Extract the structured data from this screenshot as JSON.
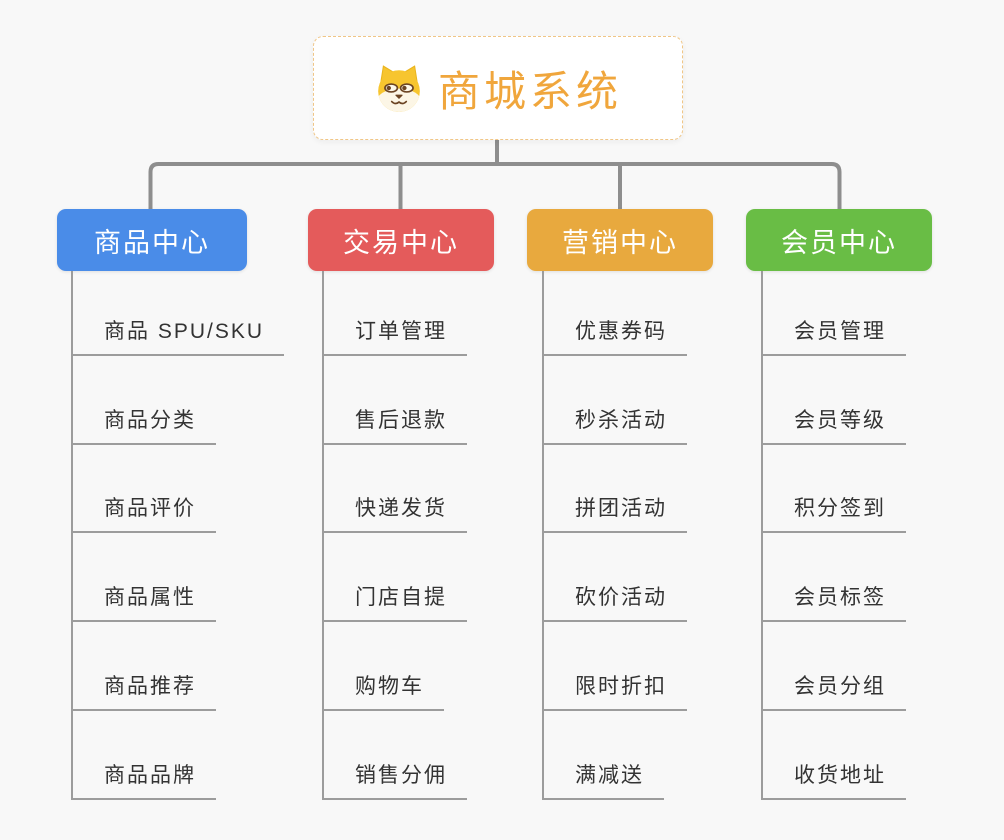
{
  "canvas": {
    "background": "#f8f8f8",
    "connector_color": "#8e8e8e",
    "underline_color": "#9c9c9c",
    "item_text_color": "#333333"
  },
  "root": {
    "title": "商城系统",
    "icon": "shiba-dog-face-icon",
    "title_color": "#f0a63c",
    "border_color": "#f0c687"
  },
  "branches": [
    {
      "label": "商品中心",
      "color": "#4a8ce8",
      "items": [
        "商品 SPU/SKU",
        "商品分类",
        "商品评价",
        "商品属性",
        "商品推荐",
        "商品品牌"
      ]
    },
    {
      "label": "交易中心",
      "color": "#e45b5b",
      "items": [
        "订单管理",
        "售后退款",
        "快递发货",
        "门店自提",
        "购物车",
        "销售分佣"
      ]
    },
    {
      "label": "营销中心",
      "color": "#e8a93e",
      "items": [
        "优惠券码",
        "秒杀活动",
        "拼团活动",
        "砍价活动",
        "限时折扣",
        "满减送"
      ]
    },
    {
      "label": "会员中心",
      "color": "#69bd45",
      "items": [
        "会员管理",
        "会员等级",
        "积分签到",
        "会员标签",
        "会员分组",
        "收货地址"
      ]
    }
  ]
}
